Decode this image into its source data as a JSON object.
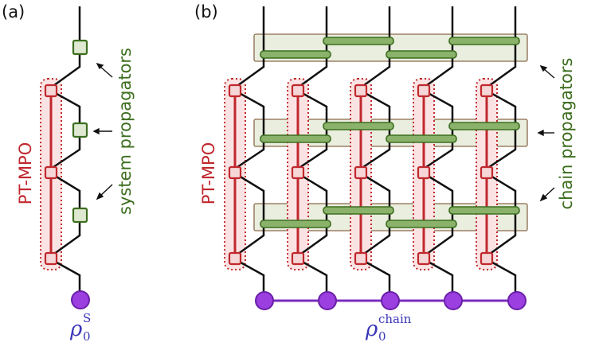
{
  "panels": {
    "a": {
      "label": "(a)"
    },
    "b": {
      "label": "(b)"
    }
  },
  "labels": {
    "pt_mpo_a": "PT-MPO",
    "pt_mpo_b": "PT-MPO",
    "system_propagators": "system propagators",
    "chain_propagators": "chain propagators"
  },
  "states": {
    "system": {
      "symbol": "ρ",
      "sub": "0",
      "sup": "S"
    },
    "chain": {
      "symbol": "ρ",
      "sub": "0",
      "sup": "chain"
    }
  },
  "colors": {
    "red": "#c0282d",
    "red_fill": "#f6d6d6",
    "red_box": "#fbe3e3",
    "green": "#3c6e1e",
    "green_fill": "#dfe9d2",
    "green_bar": "#8ab26a",
    "green_box": "#e9eedf",
    "purple": "#7a2bbf",
    "purple_fill": "#9b3fe0",
    "label_blue": "#3a36b8",
    "black": "#111111"
  }
}
